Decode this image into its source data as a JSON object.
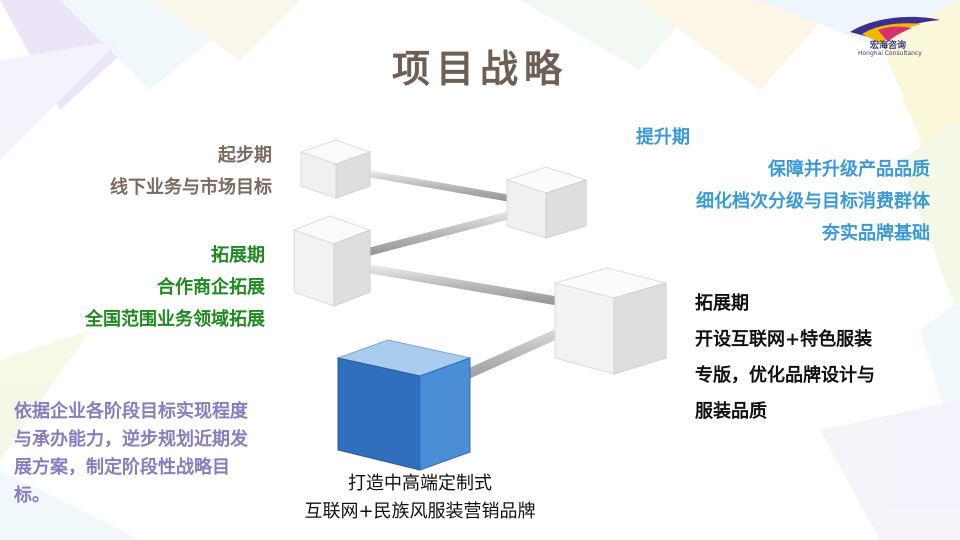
{
  "slide": {
    "title": "项目战略",
    "logo": {
      "cn": "宏海咨询",
      "en": "Honghai Consultancy",
      "icon": "swoosh-logo-icon"
    },
    "stages": [
      {
        "id": "s1",
        "color": "#7b6a5e",
        "lines": [
          "起步期",
          "线下业务与市场目标"
        ]
      },
      {
        "id": "s2",
        "color": "#1f8a1f",
        "lines": [
          "拓展期",
          "合作商企拓展",
          "全国范围业务领域拓展"
        ]
      },
      {
        "id": "s3",
        "color": "#3a9ad8",
        "lines": [
          "提升期",
          "保障并升级产品品质",
          "细化档次分级与目标消费群体",
          "夯实品牌基础"
        ]
      },
      {
        "id": "s4",
        "color": "#111111",
        "lines": [
          "拓展期",
          "开设互联网+特色服装",
          "专版，优化品牌设计与",
          "服装品质"
        ]
      }
    ],
    "note": "依据企业各阶段目标实现程度与承办能力，逆步规划近期发展方案，制定阶段性战略目标。",
    "base": {
      "lines": [
        "打造中高端定制式",
        "互联网+民族风服装营销品牌"
      ]
    },
    "colors": {
      "title": "#6e5f55",
      "cube_blue": "#3a7cc8",
      "cube_white": "#f2f2f2",
      "note": "#8a7cbf"
    }
  }
}
